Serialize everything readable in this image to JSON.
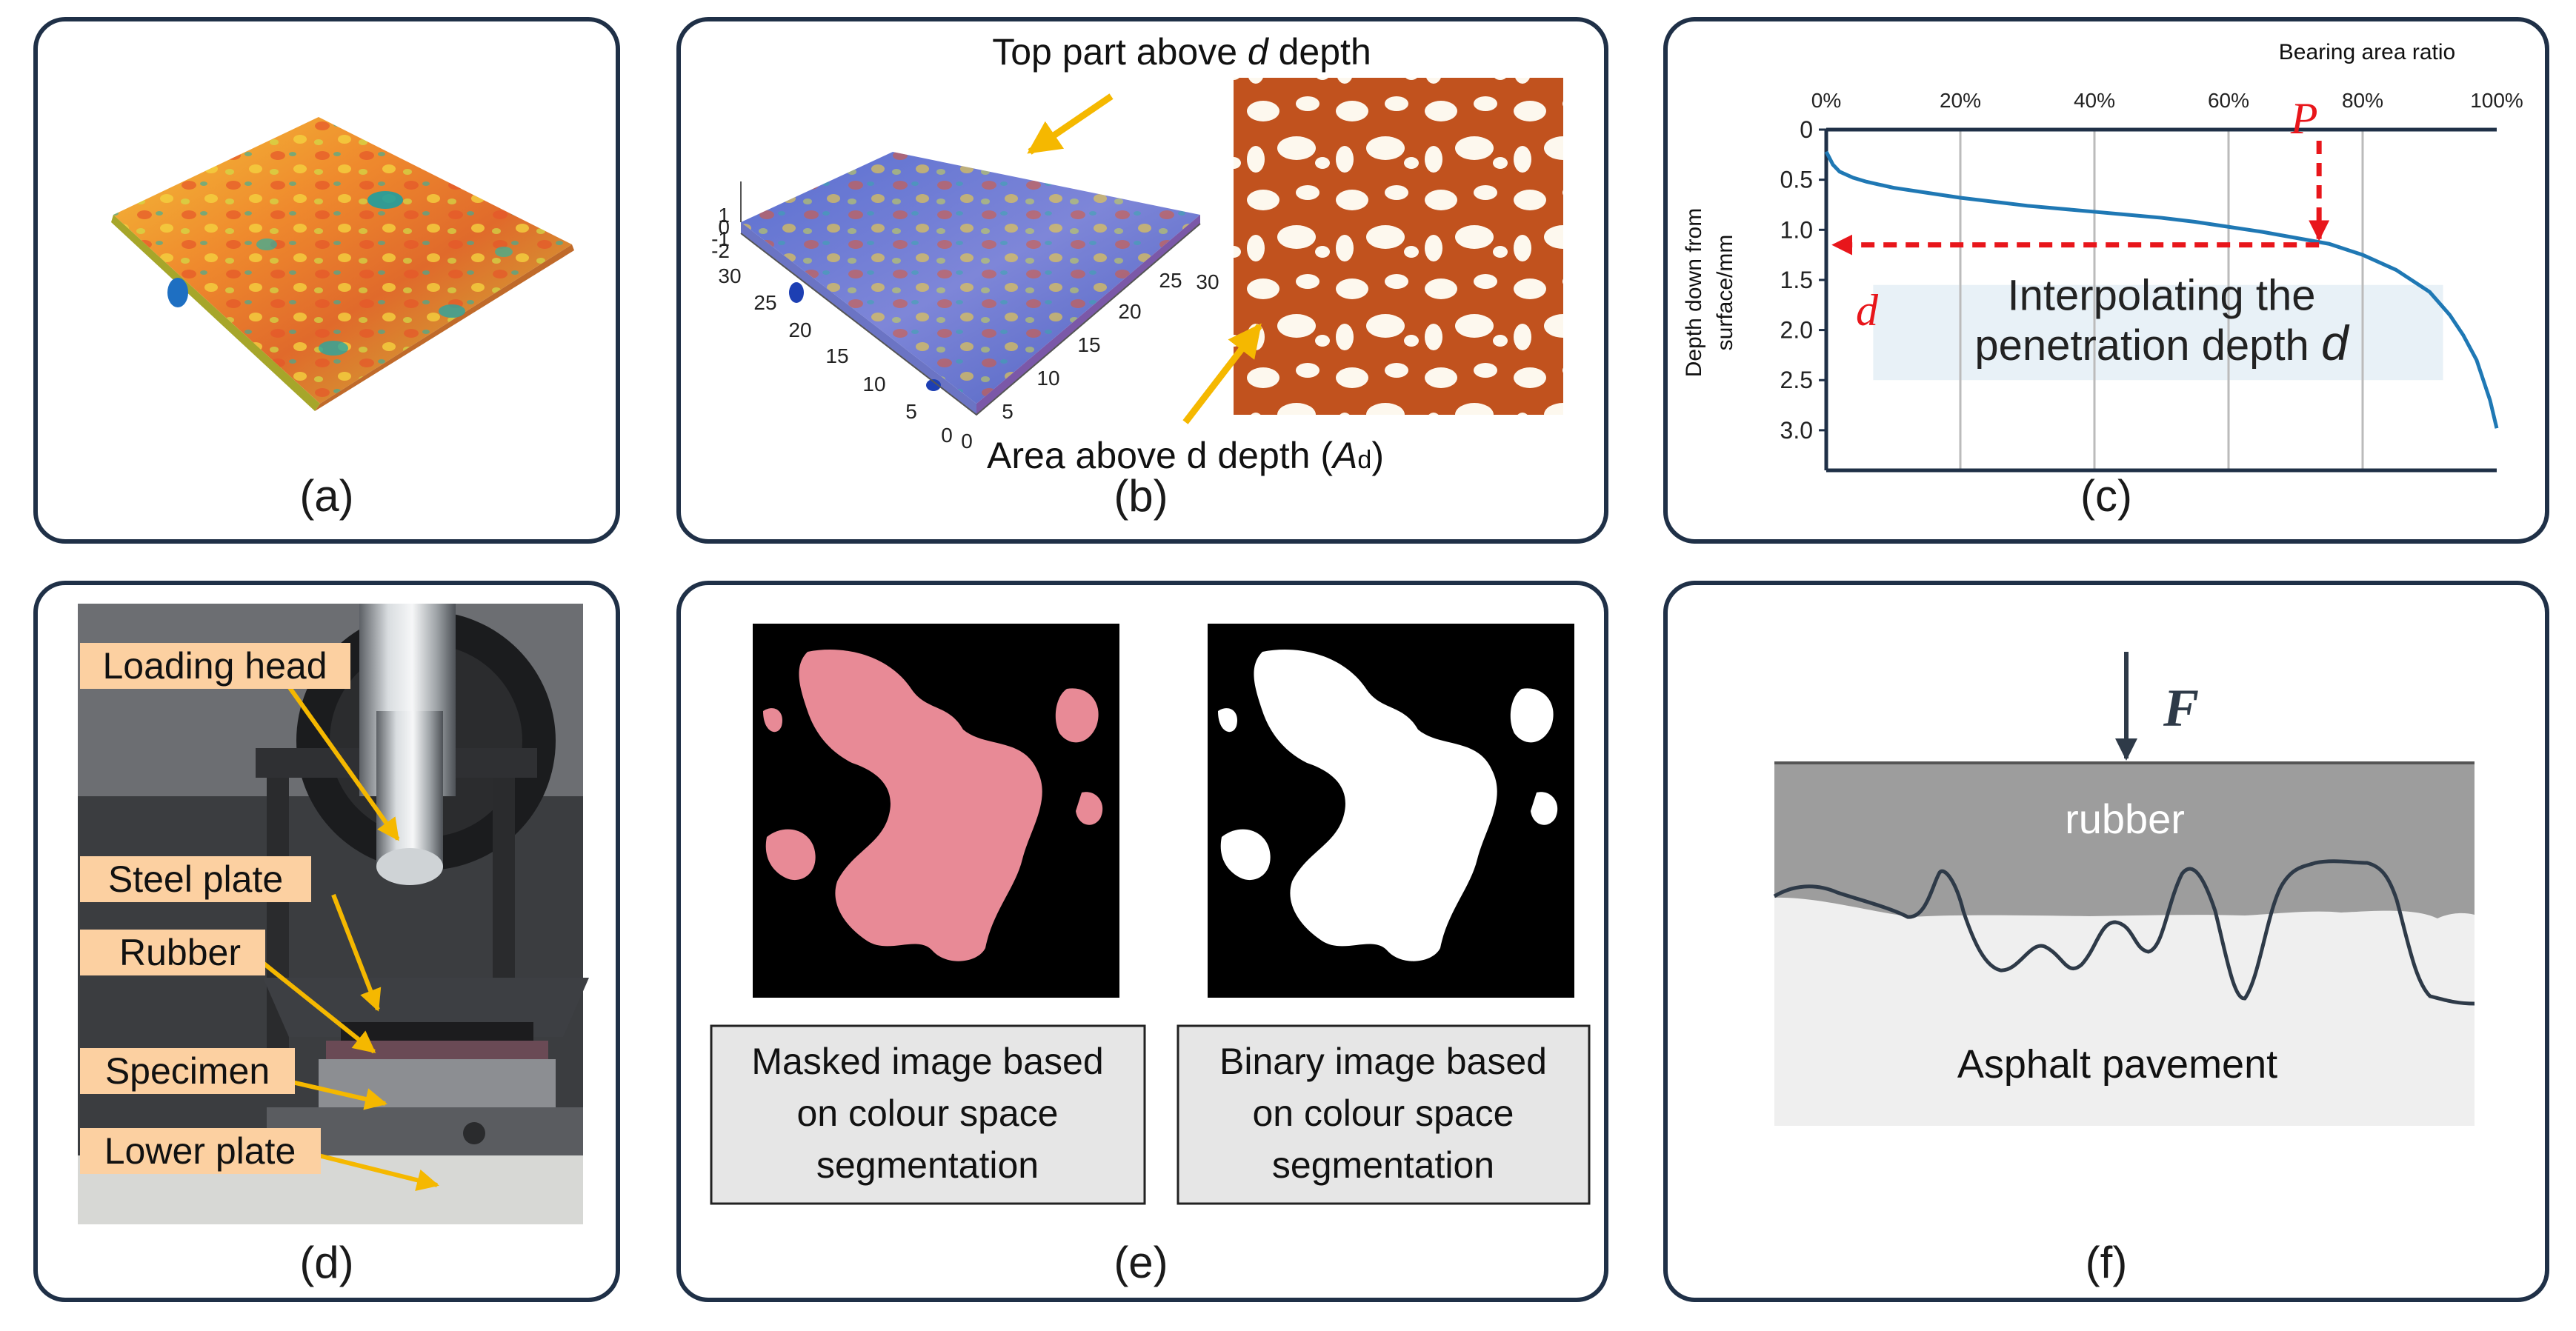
{
  "panels": {
    "a": {
      "label": "(a)"
    },
    "b": {
      "label": "(b)",
      "top_annotation_prefix": "Top part above ",
      "top_annotation_var": "d",
      "top_annotation_suffix": " depth",
      "area_annotation_prefix": "Area above d depth (",
      "area_annotation_var": "A",
      "area_annotation_sub": "d",
      "area_annotation_suffix": ")",
      "x_ticks": [
        "0",
        "5",
        "10",
        "15",
        "20",
        "25",
        "30"
      ],
      "y_ticks": [
        "0",
        "5",
        "10",
        "15",
        "20",
        "25",
        "30"
      ],
      "z_ticks": [
        "1",
        "0",
        "-1",
        "-2"
      ]
    },
    "c": {
      "label": "(c)"
    },
    "d": {
      "label": "(d)",
      "tags": [
        "Loading head",
        "Steel plate",
        "Rubber",
        "Specimen",
        "Lower plate"
      ]
    },
    "e": {
      "label": "(e)",
      "masked_caption": [
        "Masked image based",
        "on colour space",
        "segmentation"
      ],
      "binary_caption": [
        "Binary image based",
        "on colour space",
        "segmentation"
      ]
    },
    "f": {
      "label": "(f)",
      "force": "F",
      "rubber": "rubber",
      "pavement": "Asphalt pavement"
    }
  },
  "colors": {
    "panel_border": "#1f3047",
    "curve": "#1f78b4",
    "annotation_arrow": "#f5b800",
    "red_marker": "#e8161b",
    "highlight_box": "#e8f1f7",
    "orange_area": "#c1521e",
    "pink_mask": "#e88a96",
    "tag_fill": "#fcd0a1"
  },
  "chart_data": {
    "type": "line",
    "title": "",
    "x_axis_title": "Bearing area ratio",
    "y_axis_title": "Depth down from surface/mm",
    "x_ticks": [
      "0%",
      "20%",
      "40%",
      "60%",
      "80%",
      "100%"
    ],
    "y_ticks": [
      "0",
      "0.5",
      "1.0",
      "1.5",
      "2.0",
      "2.5",
      "3.0"
    ],
    "xlim": [
      0,
      100
    ],
    "ylim": [
      0,
      3.4
    ],
    "y_inverted": true,
    "grid": "vertical",
    "series": [
      {
        "x": [
          0,
          1,
          2,
          4,
          6,
          8,
          10,
          15,
          20,
          25,
          30,
          35,
          40,
          45,
          50,
          55,
          60,
          65,
          70,
          75,
          80,
          85,
          90,
          93,
          95,
          97,
          98,
          99,
          100
        ],
        "y": [
          0.22,
          0.35,
          0.42,
          0.48,
          0.52,
          0.55,
          0.58,
          0.63,
          0.68,
          0.72,
          0.76,
          0.79,
          0.82,
          0.85,
          0.88,
          0.92,
          0.97,
          1.02,
          1.08,
          1.14,
          1.25,
          1.4,
          1.62,
          1.85,
          2.05,
          2.3,
          2.5,
          2.7,
          2.98
        ]
      }
    ],
    "point_label": "P",
    "point_x": 73.5,
    "point_y": 1.15,
    "depth_label": "d",
    "annotation_line1": "Interpolating the",
    "annotation_line2": "penetration depth ",
    "annotation_var": "d"
  }
}
